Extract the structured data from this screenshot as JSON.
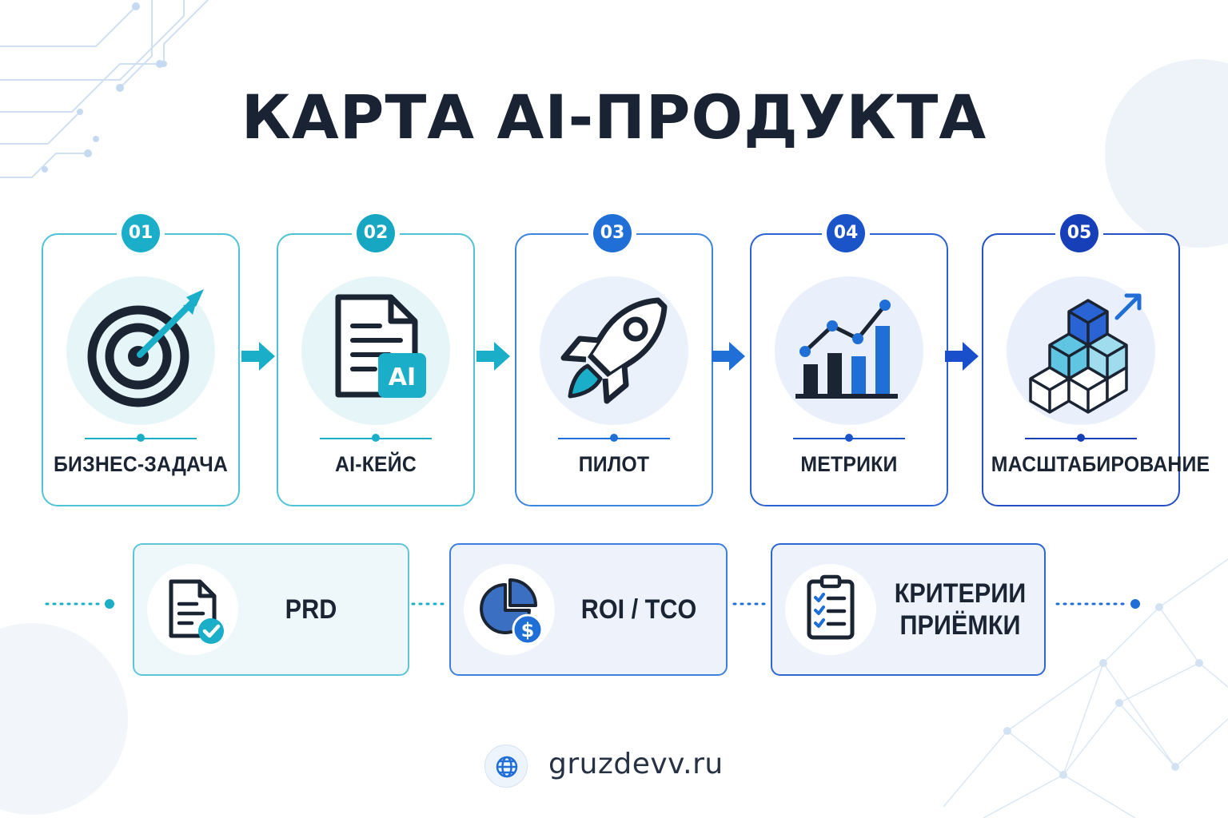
{
  "title": "КАРТА AI-ПРОДУКТА",
  "steps": [
    {
      "number": "01",
      "label": "БИЗНЕС-ЗАДАЧА",
      "icon": "target-icon",
      "color": "#1aaec8"
    },
    {
      "number": "02",
      "label": "AI-КЕЙС",
      "icon": "ai-document-icon",
      "color": "#17a7c2"
    },
    {
      "number": "03",
      "label": "ПИЛОТ",
      "icon": "rocket-icon",
      "color": "#1f6fd6"
    },
    {
      "number": "04",
      "label": "МЕТРИКИ",
      "icon": "chart-icon",
      "color": "#1b54c9"
    },
    {
      "number": "05",
      "label": "МАСШТАБИРОВАНИЕ",
      "icon": "scaling-cubes-icon",
      "color": "#1740b8"
    }
  ],
  "artifacts": [
    {
      "label": "PRD",
      "icon": "approved-document-icon"
    },
    {
      "label": "ROI / TCO",
      "icon": "pie-dollar-icon"
    },
    {
      "label_line1": "КРИТЕРИИ",
      "label_line2": "ПРИЁМКИ",
      "icon": "checklist-icon"
    }
  ],
  "footer": {
    "url": "gruzdevv.ru",
    "icon": "globe-icon"
  },
  "colors": {
    "dark": "#1b2433",
    "teal": "#1aaec8",
    "blue": "#1f6fd6",
    "navy": "#1740b8"
  }
}
